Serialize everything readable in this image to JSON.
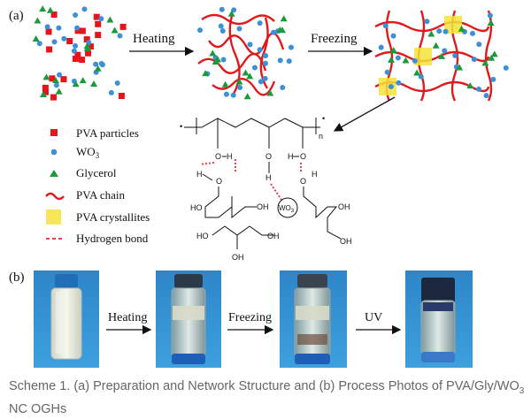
{
  "panel_a_label": "(a)",
  "panel_b_label": "(b)",
  "steps_a": [
    "Heating",
    "Freezing"
  ],
  "steps_b": [
    "Heating",
    "Freezing",
    "UV"
  ],
  "legend": [
    {
      "key": "pva-particles",
      "label": "PVA particles"
    },
    {
      "key": "wo3",
      "label": "WO",
      "sub": "3"
    },
    {
      "key": "glycerol",
      "label": "Glycerol"
    },
    {
      "key": "pva-chain",
      "label": "PVA chain"
    },
    {
      "key": "pva-crystallites",
      "label": "PVA crystallites"
    },
    {
      "key": "hydrogen-bond",
      "label": "Hydrogen bond"
    }
  ],
  "structure": {
    "repeat_n": "n",
    "oh": "OH",
    "o": "O",
    "h": "H",
    "ho": "HO",
    "wo3": "WO",
    "wo3_sub": "3"
  },
  "caption": {
    "part1": "Scheme 1. (a) Preparation and Network Structure and (b) Process Photos of PVA/Gly/WO",
    "sub": "3",
    "part2": " NC OGHs"
  },
  "colors": {
    "pva_particle": "#e8141c",
    "wo3": "#3d8fd6",
    "glycerol": "#1a9a3a",
    "chain": "#e01a1a",
    "crystallite": "#f4e33a",
    "hbond": "#e24545"
  }
}
